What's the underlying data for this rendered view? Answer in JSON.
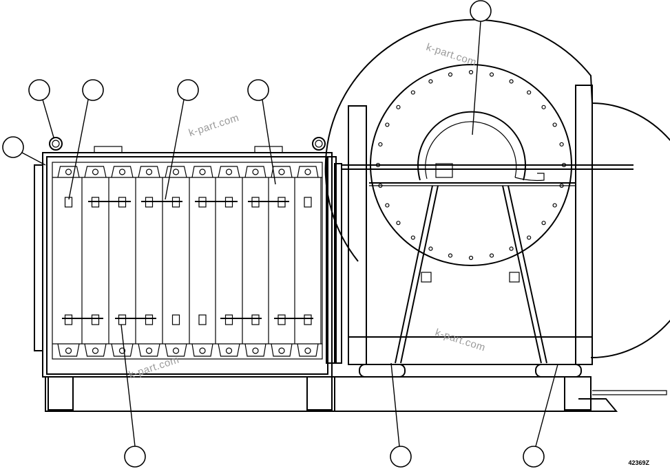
{
  "figure": {
    "drawing_number": "42369Z",
    "watermarks": [
      "k-part.com",
      "k-part.com",
      "k-part.com",
      "k-part.com"
    ]
  }
}
